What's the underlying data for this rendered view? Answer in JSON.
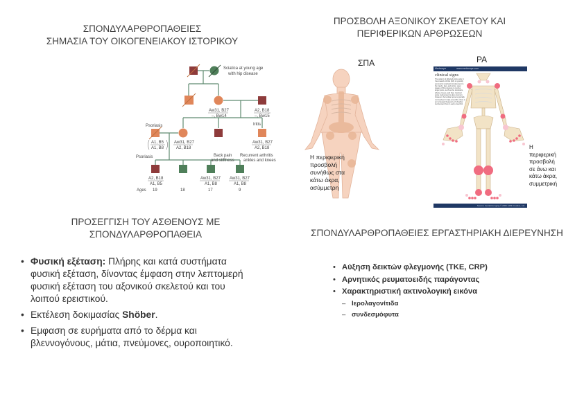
{
  "slides": {
    "family_history": {
      "title_lines": [
        "ΣΠΟΝΔΥΛΑΡΘΡΟΠΑΘΕΙΕΣ",
        "ΣΗΜΑΣΙΑ ΤΟΥ ΟΙΚΟΓΕΝΕΙΑΚΟΥ ΙΣΤΟΡΙΚΟΥ"
      ],
      "pedigree": {
        "annotations": {
          "grandmother": "Sciatica at young age",
          "grandmother2": "with hip disease",
          "psoriasis_father": "Psoriasis",
          "psoriasis_child": "Psoriasis",
          "iritis": "Iritis",
          "back_pain": "Back pain",
          "back_pain2": "and stiffness",
          "recurrent": "Recurrent arthritis",
          "recurrent2": "ankles and knees"
        },
        "haplotypes": {
          "mother_gen2_top": "Aw31, B27",
          "mother_gen2_bottom": "–, Bw14",
          "husband_gen2_top": "A2, B18",
          "husband_gen2_bottom": "–, Bw15",
          "father_gen3_top": "A1, B5",
          "father_gen3_bottom": "A1, B8",
          "mother_gen3_top": "Aw31, B27",
          "mother_gen3_bottom": "A2, B18",
          "iritis_top": "Aw31, B27",
          "iritis_bottom": "A2, B18",
          "child1_top": "A2, B18",
          "child1_bottom": "A1, B5",
          "child3_top": "Aw31, B27",
          "child3_bottom": "A1, B8",
          "child4_top": "Aw31, B27",
          "child4_bottom": "A1, B8"
        },
        "ages_label": "Ages",
        "ages": [
          "19",
          "18",
          "17",
          "9"
        ],
        "colors": {
          "red": "#8e3b3b",
          "green": "#4f7f5a",
          "orange": "#e0865a",
          "line": "#5a7d6a"
        }
      }
    },
    "axial_peripheral": {
      "title_lines": [
        "ΠΡΟΣΒΟΛΗ ΑΞΟΝΙΚΟΥ ΣΚΕΛΕΤΟΥ ΚΑΙ",
        "ΠΕΡΙΦΕΡΙΚΩΝ ΑΡΘΡΩΣΕΩΝ"
      ],
      "spa_label": "ΣΠΑ",
      "ra_label": "ΡΑ",
      "spa_note": [
        "Η περιφερική",
        "προσβολή",
        "συνήθως στα",
        "κάτω άκρα,",
        "ασύμμετρη"
      ],
      "ra_note": [
        "Η",
        "περιφερική",
        "προσβολή",
        "σε άνω και",
        "κάτω άκρα,",
        "συμμετρική"
      ],
      "ra_panel": {
        "header_left": "Medscape",
        "header_right": "www.medscape.com",
        "heading": "clinical signs",
        "body": "The pattern of affected joints early in rheumatoid arthritis (RA) is typically symmetric small joint involvement in the hands, feet, and wrists. Later stages of RA progress to involve larger joints, such as the shoulders, elbows, knees, and hips. Cervical spine involvement is also common; however, the lumbar spine is typically not involved. In late-onset RA, there is an increased frequency of shoulder involvement than in early onset RA.",
        "footer": "Source: Geriatrics Aging © 2006 1453 Creative, Ltd."
      }
    },
    "patient_approach": {
      "title_lines": [
        "ΠΡΟΣΕΓΓΙΣΗ ΤΟΥ ΑΣΘΕΝΟΥΣ ΜΕ",
        "ΣΠΟΝΔΥΛΑΡΘΡΟΠΑΘΕΙΑ"
      ],
      "bullets": [
        {
          "bold": "Φυσική εξέταση:",
          "text": " Πλήρης και κατά συστήματα φυσική εξέταση, δίνοντας έμφαση στην λεπτομερή φυσική εξέταση του αξονικού σκελετού και του λοιπού ερειστικού."
        },
        {
          "pre": "Εκτέλεση δοκιμασίας ",
          "bold": "Shöber",
          "post": "."
        },
        {
          "text": "Εμφαση σε ευρήματα από το δέρμα και βλεννογόνους, μάτια, πνεύμονες, ουροποιητικό."
        }
      ]
    },
    "lab_workup": {
      "title": "ΣΠΟΝΔΥΛΑΡΘΡΟΠΑΘΕΙΕΣ ΕΡΓΑΣΤΗΡΙΑΚΗ ΔΙΕΡΕΥΝΗΣΗ",
      "bullets": [
        "Αύξηση δεικτών φλεγμονής (ΤΚΕ, CRP)",
        "Αρνητικός ρευματοειδής παράγοντας",
        "Χαρακτηριστική ακτινολογική εικόνα"
      ],
      "sub_bullets": [
        "Ιερολαγονίτιδα",
        "συνδεσμόφυτα"
      ]
    }
  }
}
